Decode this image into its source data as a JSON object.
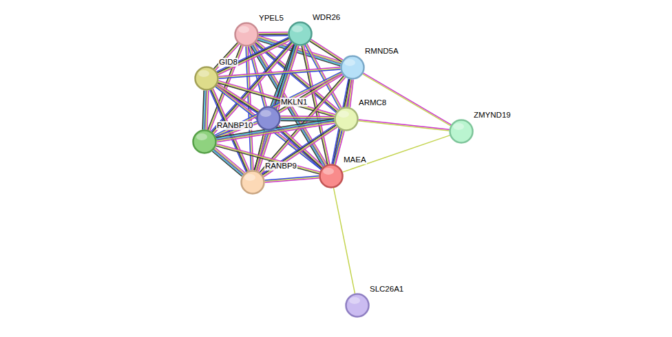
{
  "diagram": {
    "nodes": [
      {
        "text": [
          "YPEL5"
        ]
      },
      {
        "text": [
          "WDR26"
        ]
      },
      {
        "text": [
          "GID8"
        ]
      },
      {
        "text": [
          "RMND5A"
        ]
      },
      {
        "text": [
          "MKLN1"
        ]
      },
      {
        "text": [
          "ARMC8"
        ]
      },
      {
        "text": [
          "ZMYND19"
        ]
      },
      {
        "text": [
          "RANBP10"
        ]
      },
      {
        "text": [
          "MAEA"
        ]
      },
      {
        "text": [
          "RANBP9"
        ]
      },
      {
        "text": [
          "SLC26A1"
        ]
      }
    ],
    "edges": [
      {
        "from": 0,
        "to": 1,
        "arrow": "none"
      },
      {
        "from": 0,
        "to": 2,
        "arrow": "none"
      },
      {
        "from": 0,
        "to": 3,
        "arrow": "none"
      },
      {
        "from": 0,
        "to": 4,
        "arrow": "none"
      },
      {
        "from": 0,
        "to": 5,
        "arrow": "none"
      },
      {
        "from": 0,
        "to": 7,
        "arrow": "none"
      },
      {
        "from": 0,
        "to": 8,
        "arrow": "none"
      },
      {
        "from": 0,
        "to": 9,
        "arrow": "none"
      },
      {
        "from": 1,
        "to": 2,
        "arrow": "none"
      },
      {
        "from": 1,
        "to": 3,
        "arrow": "none"
      },
      {
        "from": 1,
        "to": 4,
        "arrow": "none"
      },
      {
        "from": 1,
        "to": 5,
        "arrow": "none"
      },
      {
        "from": 1,
        "to": 7,
        "arrow": "none"
      },
      {
        "from": 1,
        "to": 8,
        "arrow": "none"
      },
      {
        "from": 1,
        "to": 9,
        "arrow": "none"
      },
      {
        "from": 2,
        "to": 3,
        "arrow": "none"
      },
      {
        "from": 2,
        "to": 4,
        "arrow": "none"
      },
      {
        "from": 2,
        "to": 5,
        "arrow": "none"
      },
      {
        "from": 2,
        "to": 7,
        "arrow": "none"
      },
      {
        "from": 2,
        "to": 8,
        "arrow": "none"
      },
      {
        "from": 2,
        "to": 9,
        "arrow": "none"
      },
      {
        "from": 3,
        "to": 4,
        "arrow": "none"
      },
      {
        "from": 3,
        "to": 5,
        "arrow": "none"
      },
      {
        "from": 3,
        "to": 7,
        "arrow": "none"
      },
      {
        "from": 3,
        "to": 8,
        "arrow": "none"
      },
      {
        "from": 3,
        "to": 9,
        "arrow": "none"
      },
      {
        "from": 4,
        "to": 5,
        "arrow": "none"
      },
      {
        "from": 4,
        "to": 7,
        "arrow": "none"
      },
      {
        "from": 4,
        "to": 8,
        "arrow": "none"
      },
      {
        "from": 4,
        "to": 9,
        "arrow": "none"
      },
      {
        "from": 5,
        "to": 7,
        "arrow": "none"
      },
      {
        "from": 5,
        "to": 8,
        "arrow": "none"
      },
      {
        "from": 5,
        "to": 9,
        "arrow": "none"
      },
      {
        "from": 7,
        "to": 8,
        "arrow": "none"
      },
      {
        "from": 7,
        "to": 9,
        "arrow": "none"
      },
      {
        "from": 8,
        "to": 9,
        "arrow": "none"
      },
      {
        "from": 3,
        "to": 6,
        "arrow": "none"
      },
      {
        "from": 5,
        "to": 6,
        "arrow": "none"
      },
      {
        "from": 8,
        "to": 6,
        "arrow": "none"
      },
      {
        "from": 8,
        "to": 10,
        "arrow": "none"
      }
    ]
  }
}
